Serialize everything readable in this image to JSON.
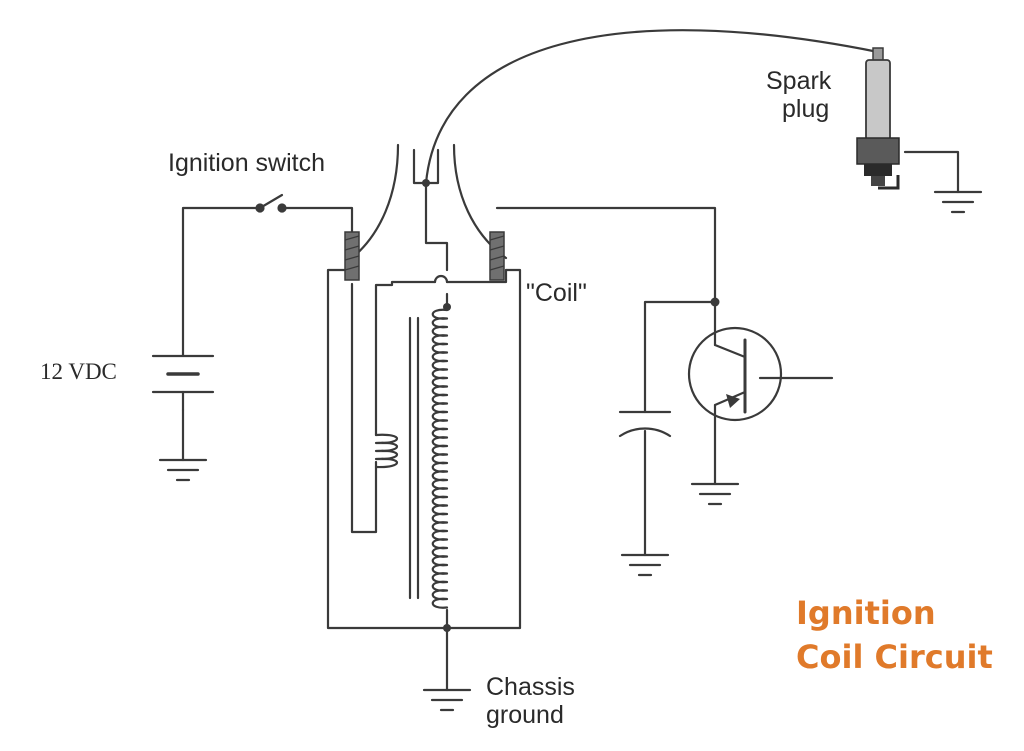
{
  "labels": {
    "spark_plug_line1": "Spark",
    "spark_plug_line2": "plug",
    "ignition_switch": "Ignition switch",
    "coil": "\"Coil\"",
    "battery_voltage": "12 VDC",
    "chassis_ground_line1": "Chassis",
    "chassis_ground_line2": "ground"
  },
  "title": {
    "line1": "Ignition",
    "line2": "Coil Circuit"
  },
  "colors": {
    "wire": "#3a3a3a",
    "text": "#2a2a2a",
    "title": "#e07a2a",
    "terminal_fill": "#707070",
    "plug_body": "#c8c8c8"
  }
}
